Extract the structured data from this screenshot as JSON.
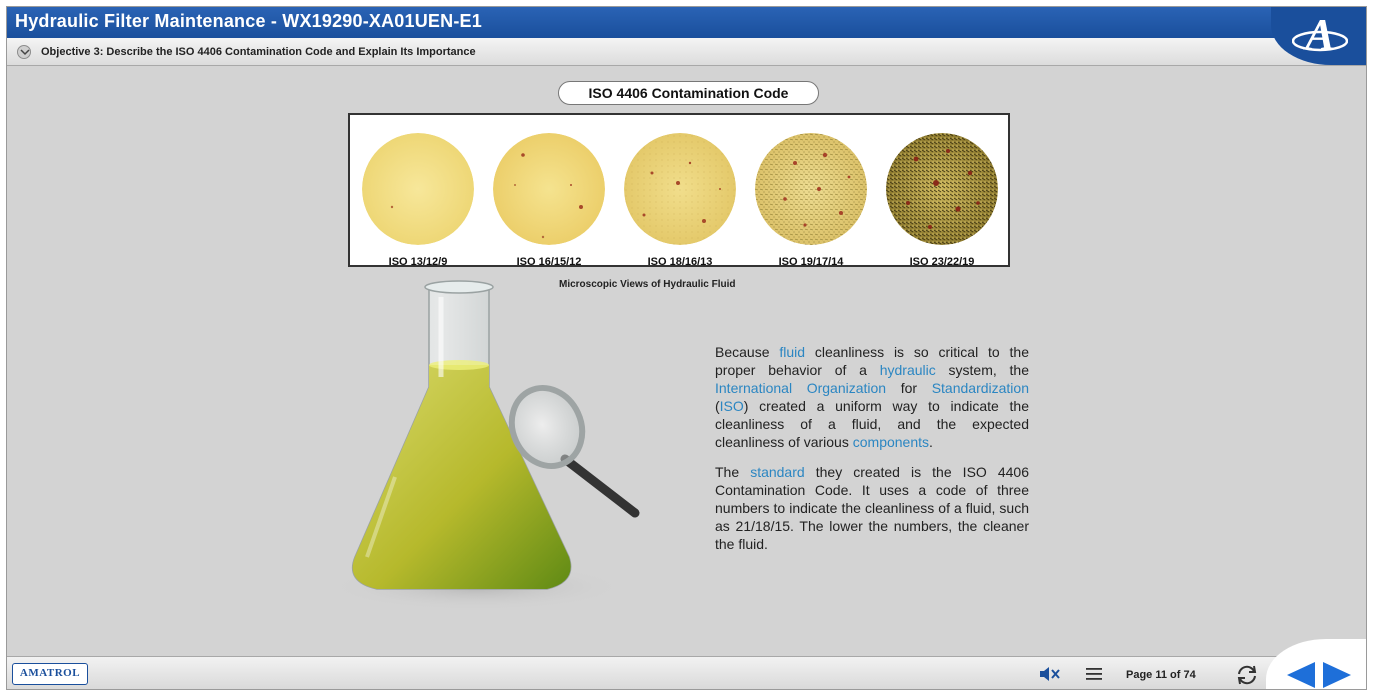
{
  "window": {
    "title": "Hydraulic Filter Maintenance - WX19290-XA01UEN-E1",
    "logo_letter": "A"
  },
  "objective": {
    "text": "Objective 3: Describe the ISO 4406 Contamination Code and Explain Its Importance"
  },
  "content": {
    "heading": "ISO 4406 Contamination Code",
    "samples": [
      {
        "label": "ISO 13/12/9"
      },
      {
        "label": "ISO 16/15/12"
      },
      {
        "label": "ISO 18/16/13"
      },
      {
        "label": "ISO 19/17/14"
      },
      {
        "label": "ISO 23/22/19"
      }
    ],
    "caption": "Microscopic Views of Hydraulic Fluid",
    "p1": {
      "t1": "Because ",
      "l1": "fluid",
      "t2": " cleanliness is so critical to the proper behavior of a ",
      "l2": "hydraulic",
      "t3": " system, the ",
      "l3": "International Organization",
      "t4": " for ",
      "l4": "Standardization",
      "t5": " (",
      "l5": "ISO",
      "t6": ") created a uniform way to indicate the cleanliness of a fluid, and the expected cleanliness of various ",
      "l6": "components",
      "t7": "."
    },
    "p2": {
      "t1": "The ",
      "l1": "standard",
      "t2": " they created is the ISO 4406 Contamination Code. It uses a code of three numbers to indicate the cleanliness of a fluid, such as 21/18/15. The lower the numbers, the cleaner the fluid."
    }
  },
  "footer": {
    "brand": "AMATROL",
    "page_info": "Page 11 of 74",
    "icons": [
      "mute-icon",
      "menu-icon",
      "refresh-icon",
      "prev-arrow-icon",
      "next-arrow-icon"
    ]
  },
  "colors": {
    "title_bar": "#1a4f9c",
    "link": "#2b86c2",
    "nav_arrow": "#1e6fd9"
  }
}
